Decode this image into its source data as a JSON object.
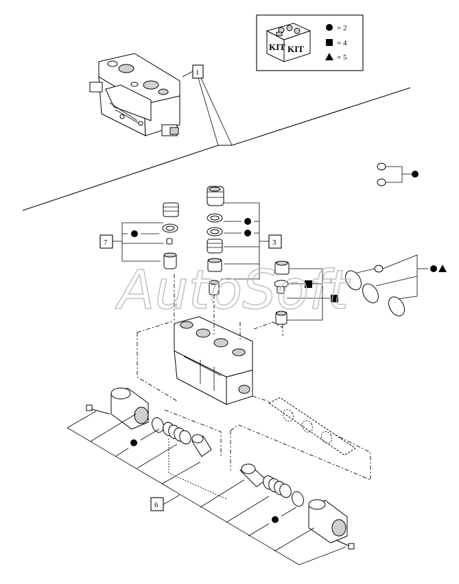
{
  "kit_legend": {
    "kit_label_1": "KIT",
    "kit_label_2": "KIT",
    "rows": [
      {
        "symbol": "circle",
        "text": "= 2"
      },
      {
        "symbol": "square",
        "text": "= 4"
      },
      {
        "symbol": "triangle",
        "text": "= 5"
      }
    ]
  },
  "callouts": {
    "ref_1": "1",
    "ref_3": "3",
    "ref_6": "6",
    "ref_7": "7"
  },
  "watermark": "AutoSoft",
  "colors": {
    "line": "#000000",
    "watermark": "#bdbdbd"
  }
}
